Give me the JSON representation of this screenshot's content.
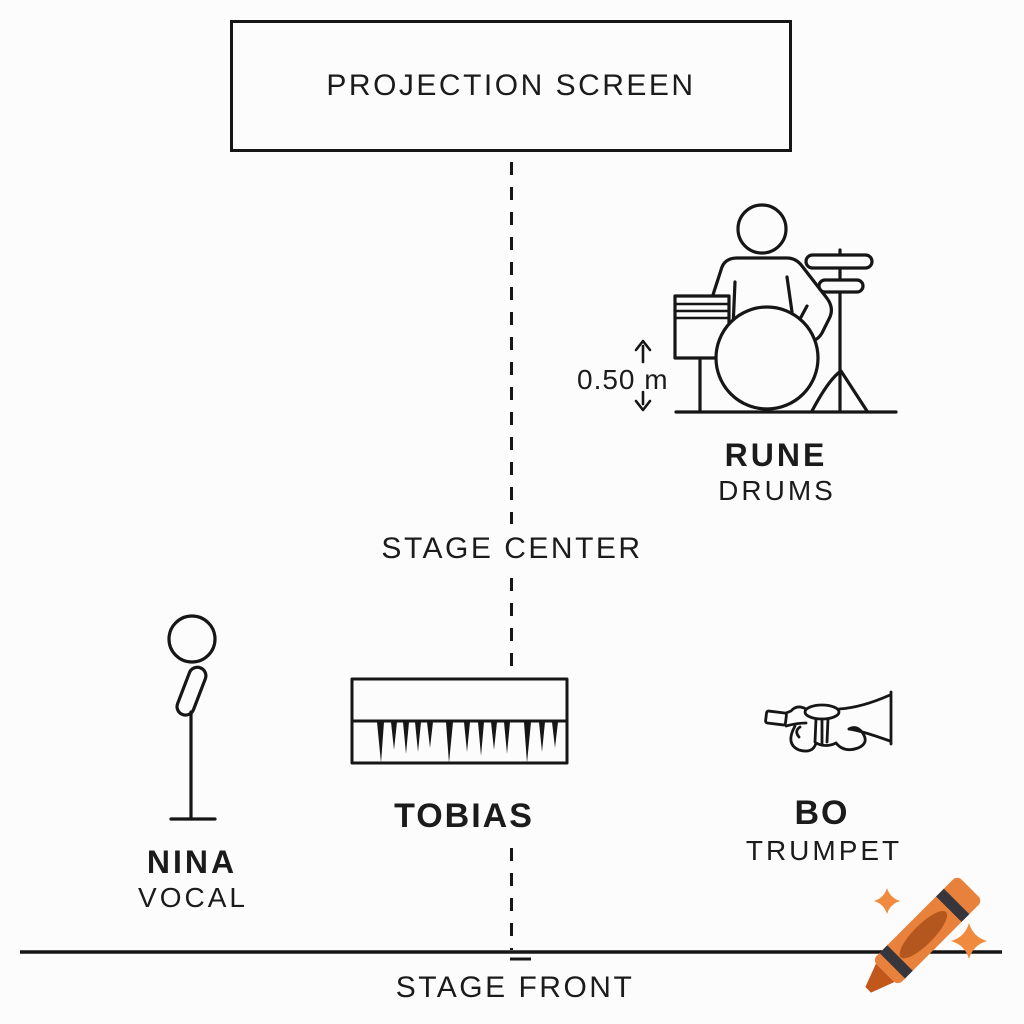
{
  "diagram": {
    "title": "stage plot",
    "background": "#FCFCFC",
    "line_color": "#161616"
  },
  "screen": {
    "label": "PROJECTION SCREEN"
  },
  "stage": {
    "center_label": "STAGE CENTER",
    "front_label": "STAGE FRONT"
  },
  "measurement": {
    "label": "0.50 m",
    "arrow": "vertical-double-arrow"
  },
  "performers": [
    {
      "name": "RUNE",
      "instrument": "DRUMS",
      "icon": "drummer-icon"
    },
    {
      "name": "NINA",
      "instrument": "VOCAL",
      "icon": "mic-stand-icon"
    },
    {
      "name": "TOBIAS",
      "instrument": "",
      "icon": "keyboard-icon"
    },
    {
      "name": "BO",
      "instrument": "TRUMPET",
      "icon": "trumpet-icon"
    }
  ],
  "watermark": {
    "icon": "crayon-icon",
    "sparkles": "sparkle-icon",
    "colors": {
      "body": "#E8813B",
      "shade": "#B4571E",
      "stripe": "#36363C",
      "tip": "#C2571B",
      "sparkle": "#F08A3E"
    }
  }
}
